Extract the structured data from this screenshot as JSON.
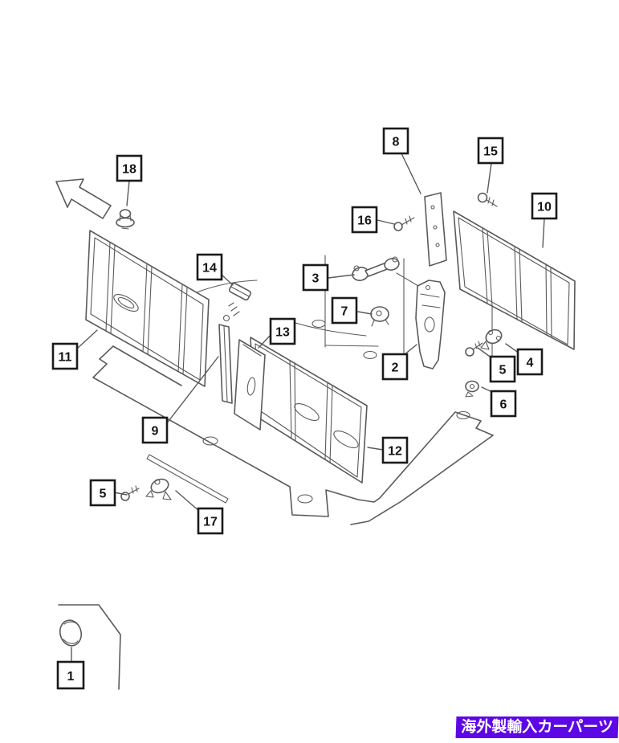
{
  "diagram": {
    "callouts": [
      {
        "num": "18"
      },
      {
        "num": "8"
      },
      {
        "num": "15"
      },
      {
        "num": "10"
      },
      {
        "num": "16"
      },
      {
        "num": "14"
      },
      {
        "num": "3"
      },
      {
        "num": "7"
      },
      {
        "num": "13"
      },
      {
        "num": "11"
      },
      {
        "num": "2"
      },
      {
        "num": "5"
      },
      {
        "num": "4"
      },
      {
        "num": "6"
      },
      {
        "num": "9"
      },
      {
        "num": "12"
      },
      {
        "num": "5"
      },
      {
        "num": "17"
      },
      {
        "num": "1"
      }
    ]
  },
  "banner": {
    "text": "海外製輸入カーパーツ",
    "background": "#5e07e6",
    "text_color": "#ffffff"
  },
  "colors": {
    "line": "#5a5a5a",
    "label_border": "#1b1b1b",
    "page_background": "#ffffff"
  }
}
